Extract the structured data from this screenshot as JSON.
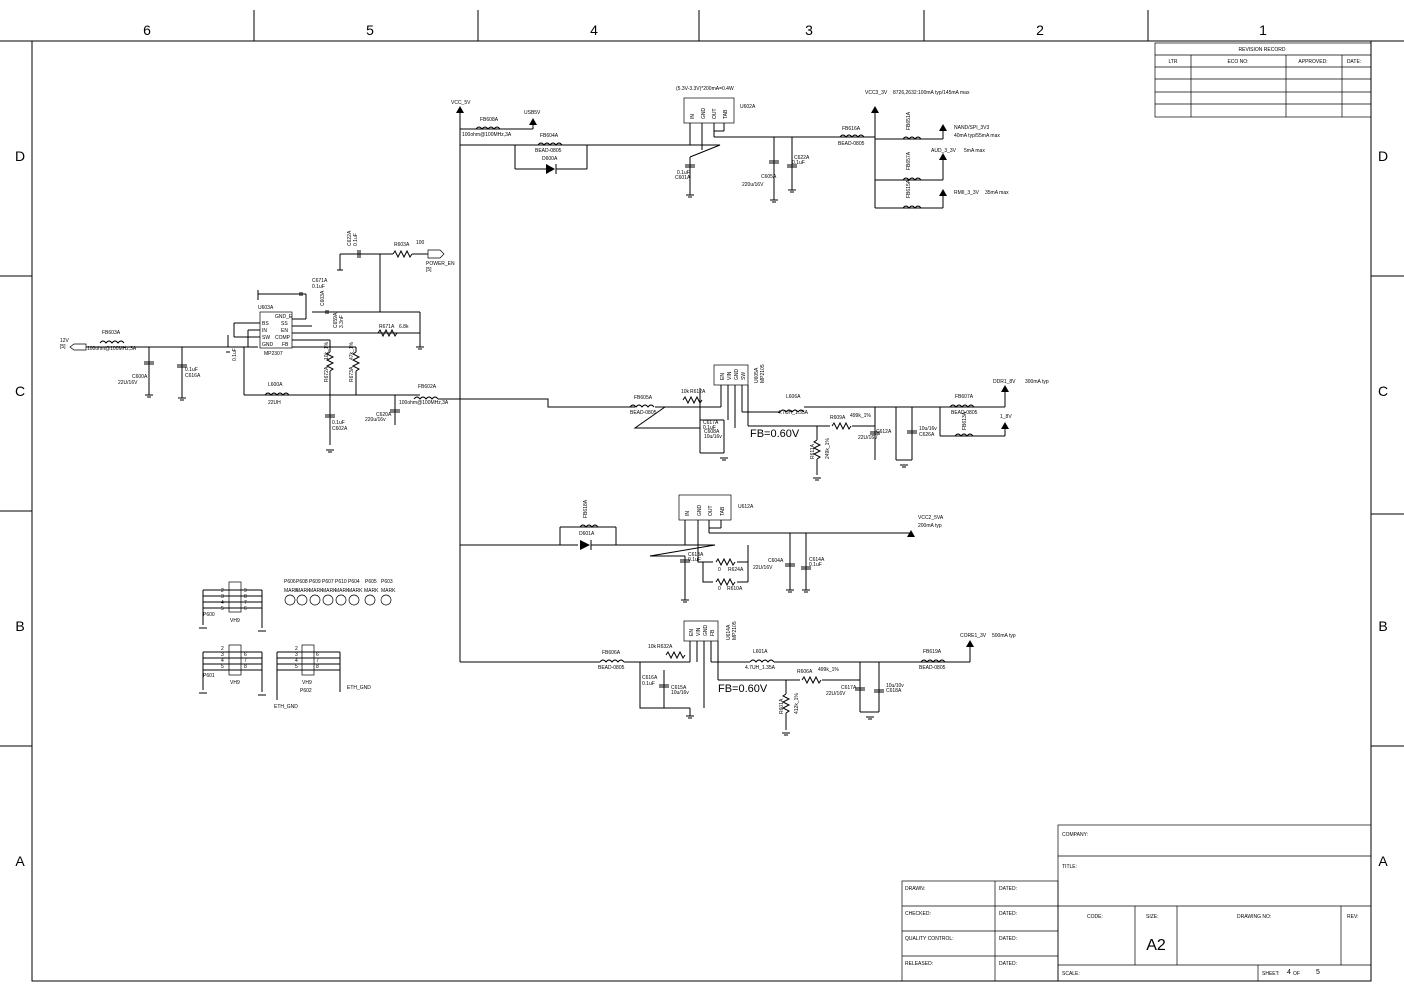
{
  "frame": {
    "cols": [
      "6",
      "5",
      "4",
      "3",
      "2",
      "1"
    ],
    "rows": [
      "D",
      "C",
      "B",
      "A"
    ]
  },
  "revision": {
    "title": "REVISION RECORD",
    "headers": [
      "LTR",
      "ECO NO:",
      "APPROVED:",
      "DATE:"
    ]
  },
  "titleblock": {
    "company": "COMPANY:",
    "title": "TITLE:",
    "code": "CODE:",
    "size_label": "SIZE:",
    "size": "A2",
    "drawing_no": "DRAWING NO:",
    "rev": "REV:",
    "scale": "SCALE:",
    "sheet": "SHEET:",
    "sheet_num": "4",
    "of": "OF",
    "sheet_total": "5",
    "drawn": "DRAWN:",
    "checked": "CHECKED:",
    "qc": "QUALITY CONTROL:",
    "released": "RELEASED:",
    "dated": "DATED:"
  },
  "nets": {
    "vcc5": "VCC_5V",
    "usb5": "USB5V",
    "vcc33": "VCC3_3V",
    "vcc33_note": "8726,2632:100mA typ/145mA max",
    "nand": "NAND/SPI_3V3",
    "nand_note": "40mA typ/55mA max",
    "aud": "AUD_3_3V",
    "aud_note": "5mA max",
    "rmii": "RMII_3_3V",
    "rmii_note": "35mA max",
    "v12": "12V",
    "v12_sheet": "[5]",
    "power_en": "POWER_EN",
    "power_en_sheet": "[5]",
    "ddr": "DDR1_8V",
    "ddr_note": "300mA typ",
    "v18": "1_8V",
    "vcc25": "VCC2_5VA",
    "vcc25_note": "200mA typ",
    "core": "CORE1_3V",
    "core_note": "500mA typ",
    "eth_gnd": "ETH_GND",
    "eth_gnd2": "ETH_GND",
    "fb1": "FB=0.60V",
    "fb2": "FB=0.60V"
  },
  "ldo_top": {
    "spec": "(5.3V-3.3V)*200mA=0.4W",
    "ref": "U602A",
    "pins": [
      "IN",
      "GND",
      "OUT",
      "TAB"
    ]
  },
  "ldo_mid": {
    "ref": "U612A",
    "pins": [
      "IN",
      "GND",
      "OUT",
      "TAB"
    ]
  },
  "buck": {
    "ref": "U603A",
    "part": "MP2307",
    "pins_l": [
      "BS",
      "IN",
      "SW",
      "GND"
    ],
    "pins_r": [
      "GND_E",
      "SS",
      "EN",
      "COMP",
      "FB"
    ]
  },
  "reg_c": {
    "ref": "U605A",
    "part": "MP2105",
    "pins": [
      "EN",
      "VIN",
      "GND",
      "SW"
    ]
  },
  "reg_b": {
    "ref": "U614A",
    "part": "MP2105",
    "pins": [
      "EN",
      "VIN",
      "GND",
      "FB"
    ]
  },
  "parts": {
    "fb608": "FB608A",
    "fb608_v": "100ohm@100MHz,3A",
    "fb604": "FB604A",
    "fb604_v": "BEAD-0805",
    "d600": "D600A",
    "fb616": "FB616A",
    "fb616_v": "BEAD-0805",
    "fb603": "FB603A",
    "fb603_v": "100ohm@100MHz,3A",
    "c600": "C600A",
    "c600_v": "22U/16V",
    "c616": "0.1uF",
    "c616_r": "C616A",
    "c601": "0.1uF",
    "c601_r": "C601A",
    "c605": "C605A",
    "c605_v": "220u/16V",
    "c622": "C622A",
    "c622_v": "0.1uF",
    "r603": "R603A",
    "r603_v": "100",
    "c623": "C623A",
    "c623_v": "0.1uF",
    "r671": "R671A",
    "r671_v": "6.8k",
    "c671": "C671A",
    "c671_v": "0.1uF",
    "c603": "C603A",
    "c659": "C659A",
    "c659_v": "3.3nF",
    "l600": "L600A",
    "l600_v": "22UH",
    "r672": "R672A",
    "r672_v": "10k_1%",
    "r673": "R673A",
    "r673_v": "47k_1%",
    "fb602": "FB602A",
    "fb602_v": "100ohm@100MHz,3A",
    "c620": "C620A",
    "c620_v": "220u/16v",
    "c602": "0.1uF",
    "c602_r": "C602A",
    "fb605": "FB605A",
    "fb605_v": "BEAD-0805",
    "r612": "R612A",
    "r612_v": "10k",
    "c617": "C617A",
    "c617_v": "0.1uF",
    "c608": "C608A",
    "c608_v": "10u/16v",
    "l606": "L606A",
    "l606_v": "4.7UH_1.35A",
    "r609": "R609A",
    "r609_v": "499k_1%",
    "r611": "R611A",
    "r611_v": "249k_1%",
    "c612": "C612A",
    "c612_v": "22U/16V",
    "c626": "C626A",
    "c626_v": "10u/16v",
    "fb607": "FB607A",
    "fb607_v": "BEAD-0805",
    "fb613": "FB613A",
    "fb618": "FB618A",
    "d601": "D601A",
    "c613": "C613A",
    "c613_v": "0.1uF",
    "r624": "R624A",
    "r624_v": "0",
    "r610": "R610A",
    "r610_v": "0",
    "c604": "C604A",
    "c604_v": "22U/16V",
    "c614": "C614A",
    "c614_v": "0.1uF",
    "fb606": "FB606A",
    "fb606_v": "BEAD-0805",
    "r632": "R632A",
    "r632_v": "10k",
    "c616b": "C616A",
    "c616b_v": "0.1uF",
    "c615": "C615A",
    "c615_v": "10u/16v",
    "l601": "L601A",
    "l601_v": "4.7UH_1.35A",
    "r606": "R606A",
    "r606_v": "499k_1%",
    "r601": "R601A",
    "r601_v": "412k_1%",
    "c617b": "C617A",
    "c617b_v": "22U/16V",
    "c618": "C618A",
    "c618_v": "10u/10v",
    "fb619": "FB619A",
    "fb619_v": "BEAD-0805",
    "fb651": "FB651A",
    "fb657": "FB657A",
    "fb615": "FB615A"
  },
  "marks": [
    "P606",
    "P608",
    "P609",
    "P607",
    "P610",
    "P605",
    "P603",
    "P604"
  ],
  "mark_label": "MARK",
  "headers": {
    "p600": "P600",
    "p601": "P601",
    "p602": "P602",
    "vh9": "VH9",
    "pins_left": [
      "1",
      "2",
      "3",
      "4",
      "5"
    ],
    "pins_right": [
      "9",
      "8",
      "7",
      "6"
    ]
  }
}
